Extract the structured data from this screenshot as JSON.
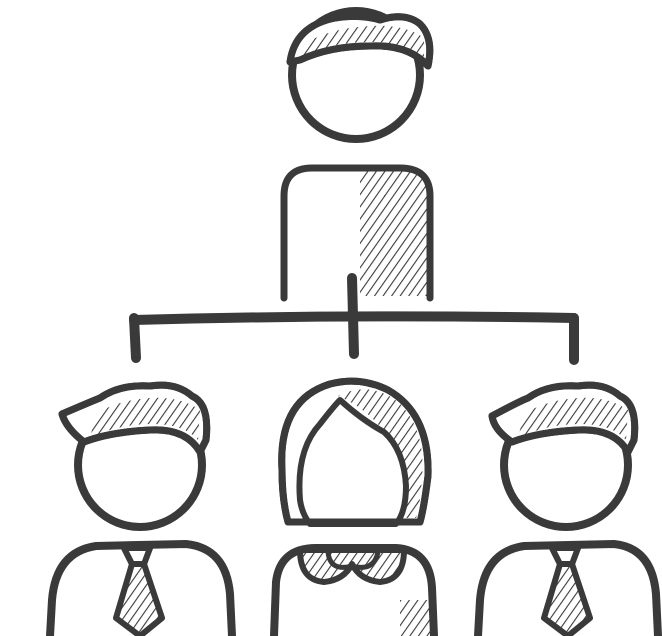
{
  "diagram": {
    "type": "org-chart",
    "style": "hand-drawn sketch",
    "colors": {
      "ink": "#3a3a3a",
      "paper": "#ffffff"
    },
    "top": {
      "role": "manager",
      "figure": "man"
    },
    "subordinates": [
      {
        "figure": "man",
        "attire": "tie"
      },
      {
        "figure": "woman",
        "attire": "collar"
      },
      {
        "figure": "man",
        "attire": "tie"
      }
    ]
  }
}
